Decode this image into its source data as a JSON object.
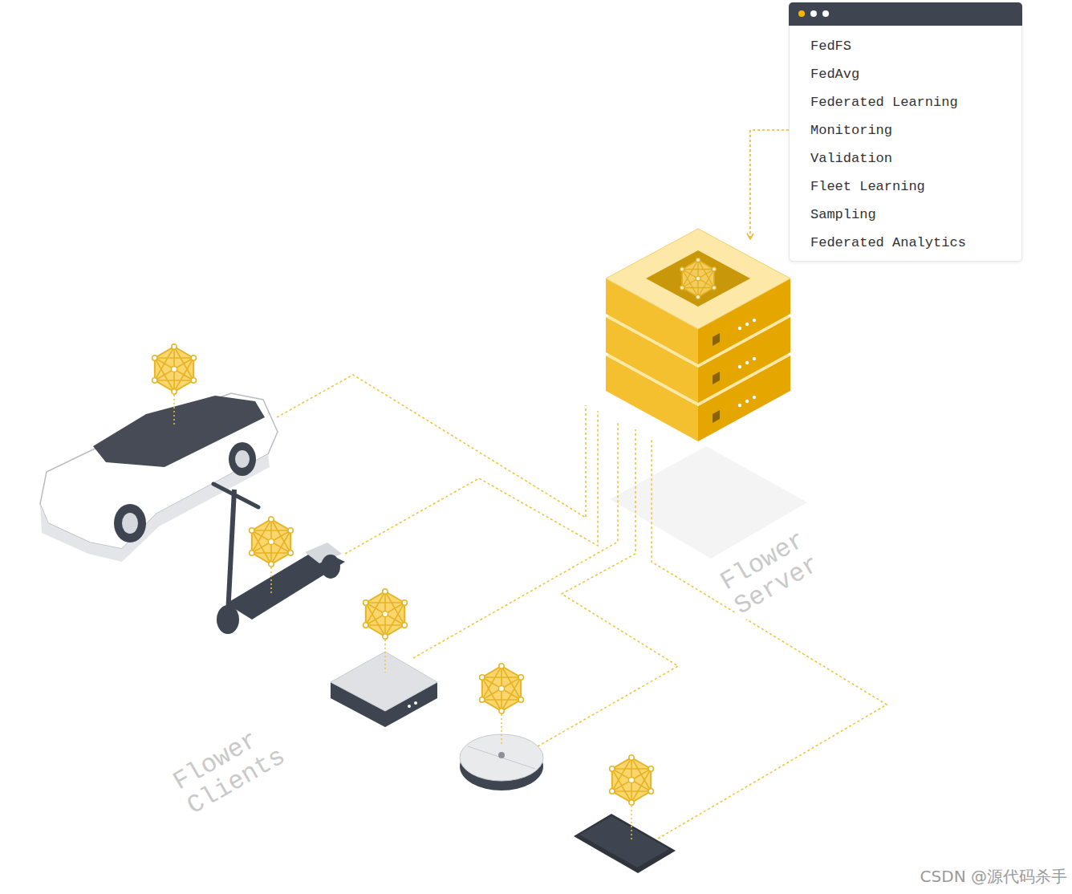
{
  "diagram": {
    "nodes": [
      {
        "text": [
          "FedFS",
          "FedAvg",
          "Federated Learning",
          "Monitoring",
          "Validation",
          "Fleet Learning",
          "Sampling",
          "Federated Analytics"
        ]
      },
      {
        "text": [
          "Flower Server"
        ]
      }
    ],
    "edges": [
      {
        "from": 0,
        "to": 1,
        "arrow": "to"
      }
    ],
    "labels": [
      "Flower Clients",
      "CSDN @源代码杀手"
    ]
  }
}
